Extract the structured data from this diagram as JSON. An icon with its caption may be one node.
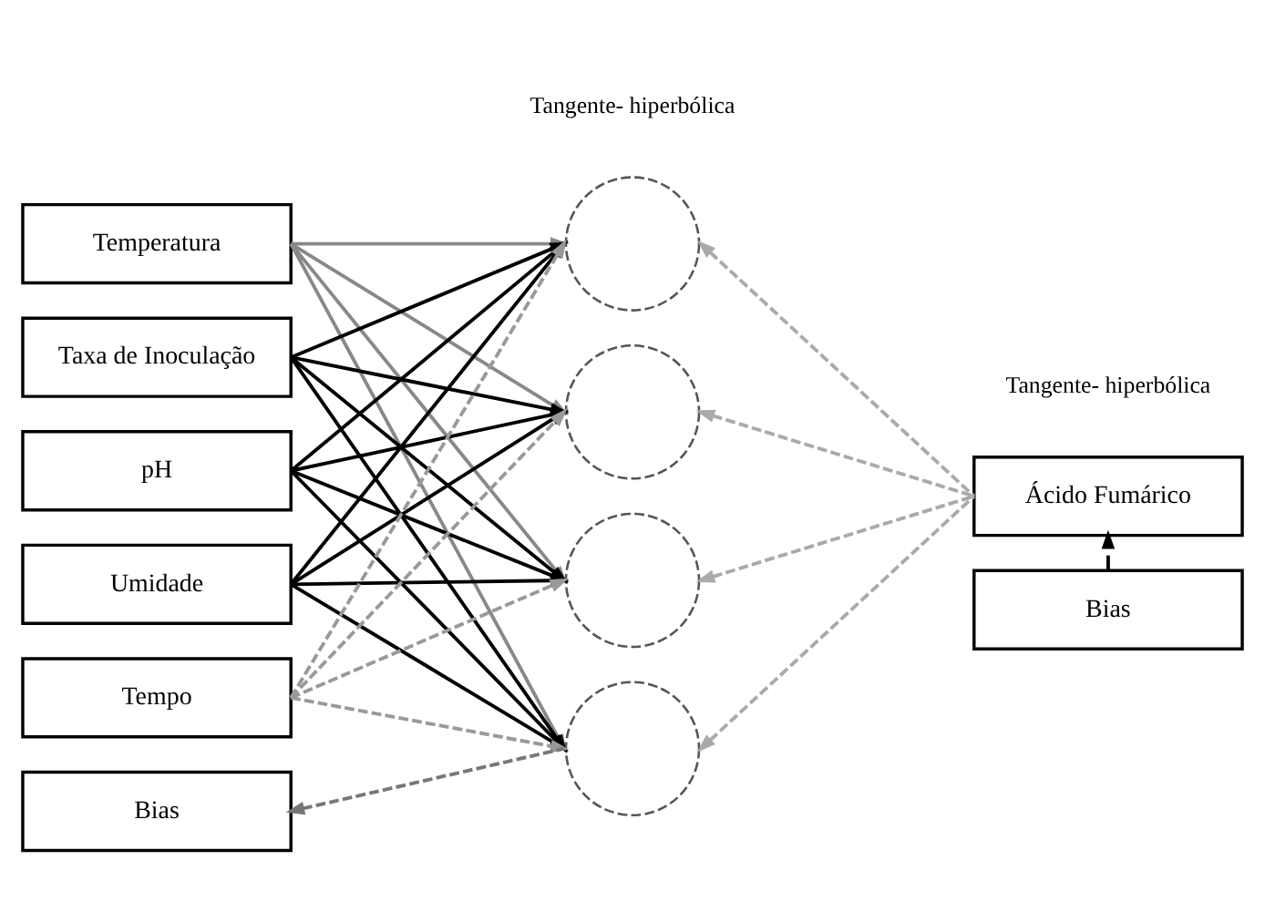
{
  "diagram": {
    "nodes": [
      {
        "text": [
          "Temperatura"
        ]
      },
      {
        "text": [
          "Taxa de Inoculação"
        ]
      },
      {
        "text": [
          "pH"
        ]
      },
      {
        "text": [
          "Umidade"
        ]
      },
      {
        "text": [
          "Tempo"
        ]
      },
      {
        "text": [
          "Bias"
        ]
      },
      {
        "text": [],
        "shape": "circle"
      },
      {
        "text": [],
        "shape": "circle"
      },
      {
        "text": [],
        "shape": "circle"
      },
      {
        "text": [],
        "shape": "circle"
      },
      {
        "text": [
          "Ácido Fumárico"
        ]
      },
      {
        "text": [
          "Bias"
        ]
      }
    ],
    "edges": [
      {
        "from": 0,
        "to": 6,
        "arrow": "to",
        "color": "#888888"
      },
      {
        "from": 0,
        "to": 7,
        "arrow": "to",
        "color": "#888888"
      },
      {
        "from": 0,
        "to": 8,
        "arrow": "to",
        "color": "#888888"
      },
      {
        "from": 0,
        "to": 9,
        "arrow": "to",
        "color": "#888888"
      },
      {
        "from": 1,
        "to": 6,
        "arrow": "to"
      },
      {
        "from": 1,
        "to": 7,
        "arrow": "to"
      },
      {
        "from": 1,
        "to": 8,
        "arrow": "to"
      },
      {
        "from": 1,
        "to": 9,
        "arrow": "to"
      },
      {
        "from": 2,
        "to": 6,
        "arrow": "to"
      },
      {
        "from": 2,
        "to": 7,
        "arrow": "to"
      },
      {
        "from": 2,
        "to": 8,
        "arrow": "to"
      },
      {
        "from": 2,
        "to": 9,
        "arrow": "to"
      },
      {
        "from": 3,
        "to": 6,
        "arrow": "to"
      },
      {
        "from": 3,
        "to": 7,
        "arrow": "to"
      },
      {
        "from": 3,
        "to": 8,
        "arrow": "to"
      },
      {
        "from": 3,
        "to": 9,
        "arrow": "to"
      },
      {
        "from": 4,
        "to": 6,
        "arrow": "to",
        "style": "dashed",
        "color": "#999999"
      },
      {
        "from": 4,
        "to": 7,
        "arrow": "to",
        "style": "dashed",
        "color": "#999999"
      },
      {
        "from": 4,
        "to": 8,
        "arrow": "to",
        "style": "dashed",
        "color": "#999999"
      },
      {
        "from": 4,
        "to": 9,
        "arrow": "to",
        "style": "dashed",
        "color": "#999999"
      },
      {
        "from": 9,
        "to": 5,
        "arrow": "to",
        "style": "dashed",
        "color": "#777777"
      },
      {
        "from": 10,
        "to": 6,
        "arrow": "to",
        "style": "dashed",
        "color": "#aaaaaa"
      },
      {
        "from": 10,
        "to": 7,
        "arrow": "to",
        "style": "dashed",
        "color": "#aaaaaa"
      },
      {
        "from": 10,
        "to": 8,
        "arrow": "to",
        "style": "dashed",
        "color": "#aaaaaa"
      },
      {
        "from": 10,
        "to": 9,
        "arrow": "to",
        "style": "dashed",
        "color": "#aaaaaa"
      },
      {
        "from": 11,
        "to": 10,
        "arrow": "none"
      }
    ],
    "labels": [
      "Tangente- hiperbólica",
      "Tangente- hiperbólica"
    ]
  }
}
